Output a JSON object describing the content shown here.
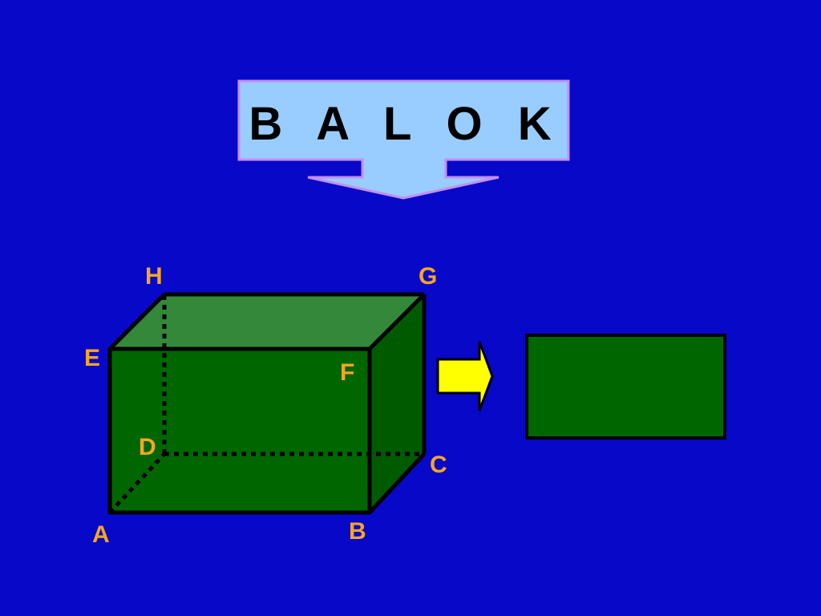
{
  "slide": {
    "background_color": "#0808C8",
    "title": {
      "text": "B A L O K",
      "box_fill": "#99CCFF",
      "box_border": "#C38EF0",
      "text_color": "#000000"
    },
    "cuboid": {
      "front_face_color": "#006600",
      "top_face_color": "#33883A",
      "side_face_color": "#005A00",
      "edge_color": "#000000",
      "label_color": "#F5A623",
      "vertices": {
        "A": "A",
        "B": "B",
        "C": "C",
        "D": "D",
        "E": "E",
        "F": "F",
        "G": "G",
        "H": "H"
      }
    },
    "arrow": {
      "fill": "#FFFF00"
    },
    "result_rectangle": {
      "fill": "#006600"
    }
  }
}
